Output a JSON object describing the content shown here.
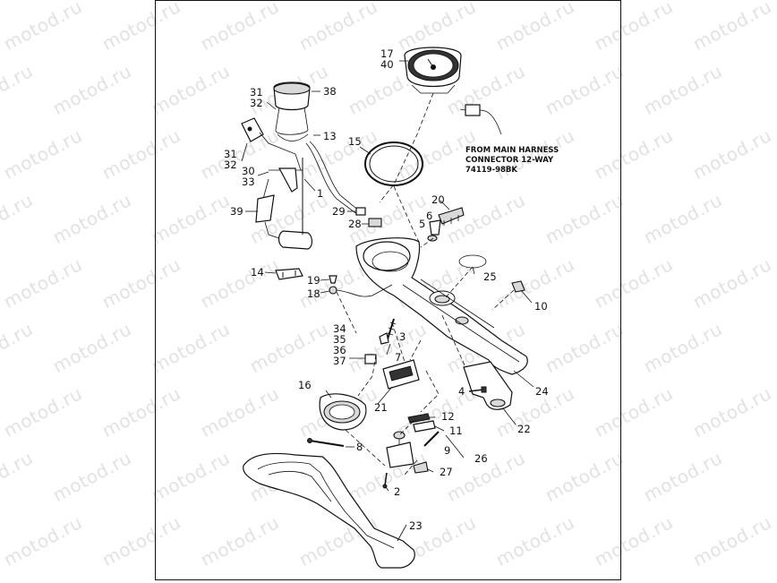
{
  "watermark_text": "motod.ru",
  "note": {
    "line1": "FROM MAIN HARNESS",
    "line2": "CONNECTOR 12-WAY",
    "line3": "74119-98BK"
  },
  "callouts": {
    "c17": "17",
    "c40": "40",
    "c38": "38",
    "c31a": "31",
    "c32a": "32",
    "c13": "13",
    "c15": "15",
    "c31b": "31",
    "c32b": "32",
    "c30": "30",
    "c33": "33",
    "c1": "1",
    "c39": "39",
    "c29": "29",
    "c28": "28",
    "c20": "20",
    "c6": "6",
    "c5": "5",
    "c25": "25",
    "c10": "10",
    "c14": "14",
    "c19": "19",
    "c18": "18",
    "c34": "34",
    "c35": "35",
    "c36": "36",
    "c37": "37",
    "c3": "3",
    "c7": "7",
    "c24": "24",
    "c16": "16",
    "c4": "4",
    "c21": "21",
    "c12": "12",
    "c22": "22",
    "c11": "11",
    "c8": "8",
    "c9": "9",
    "c26": "26",
    "c27": "27",
    "c2": "2",
    "c23": "23"
  },
  "colors": {
    "ink": "#111111",
    "watermark": "#e2e2e2",
    "shade": "#d9d9d9"
  }
}
